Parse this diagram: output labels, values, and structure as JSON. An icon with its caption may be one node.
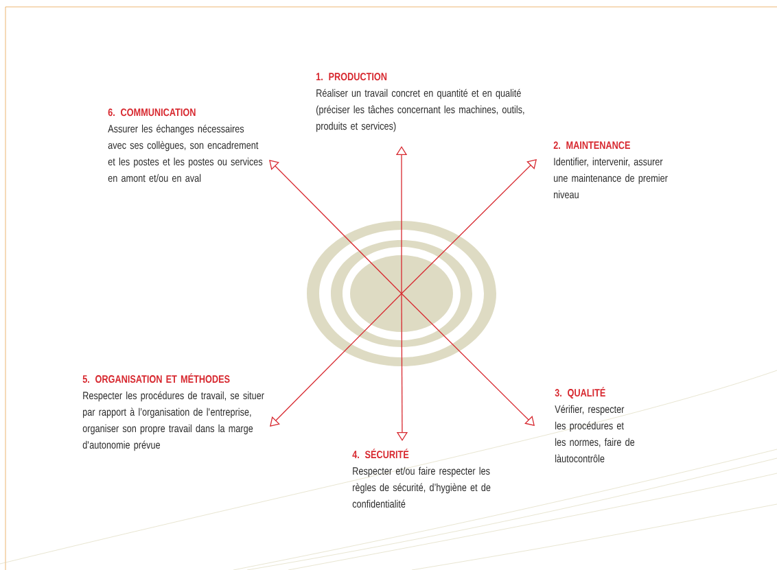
{
  "diagram": {
    "nodes": [
      {
        "text": [
          "1. PRODUCTION",
          "Réaliser un travail concret en quantité et en qualité (préciser les tâches concernant les machines, outils, produits et services)"
        ]
      },
      {
        "text": [
          "2. MAINTENANCE",
          "Identifier, intervenir, assurer une maintenance de premier niveau"
        ]
      },
      {
        "text": [
          "3. QUALITÉ",
          "Vérifier, respecter les procédures et les normes, faire de làutocontrôle"
        ]
      },
      {
        "text": [
          "4. SÉCURITÉ",
          "Respecter et/ou faire respecter les règles de sécurité, d’hygiène et de confidentialité"
        ]
      },
      {
        "text": [
          "5. ORGANISATION ET MÉTHODES",
          "Respecter les procédures de travail, se situer par rapport à l’organisation de l'entreprise, organiser son propre travail dans la marge d'autonomie prévue"
        ]
      },
      {
        "text": [
          "6. COMMUNICATION",
          "Assurer les échanges nécessaires avec ses collègues, son encadrement et les postes et les postes ou services en amont et/ou en aval"
        ]
      },
      {
        "text": [],
        "shape": "target"
      }
    ],
    "edges": [
      {
        "from": 6,
        "to": 0,
        "arrow": "to"
      },
      {
        "from": 6,
        "to": 1,
        "arrow": "to"
      },
      {
        "from": 6,
        "to": 2,
        "arrow": "to"
      },
      {
        "from": 6,
        "to": 3,
        "arrow": "to"
      },
      {
        "from": 6,
        "to": 4,
        "arrow": "to"
      },
      {
        "from": 6,
        "to": 5,
        "arrow": "to"
      }
    ]
  }
}
